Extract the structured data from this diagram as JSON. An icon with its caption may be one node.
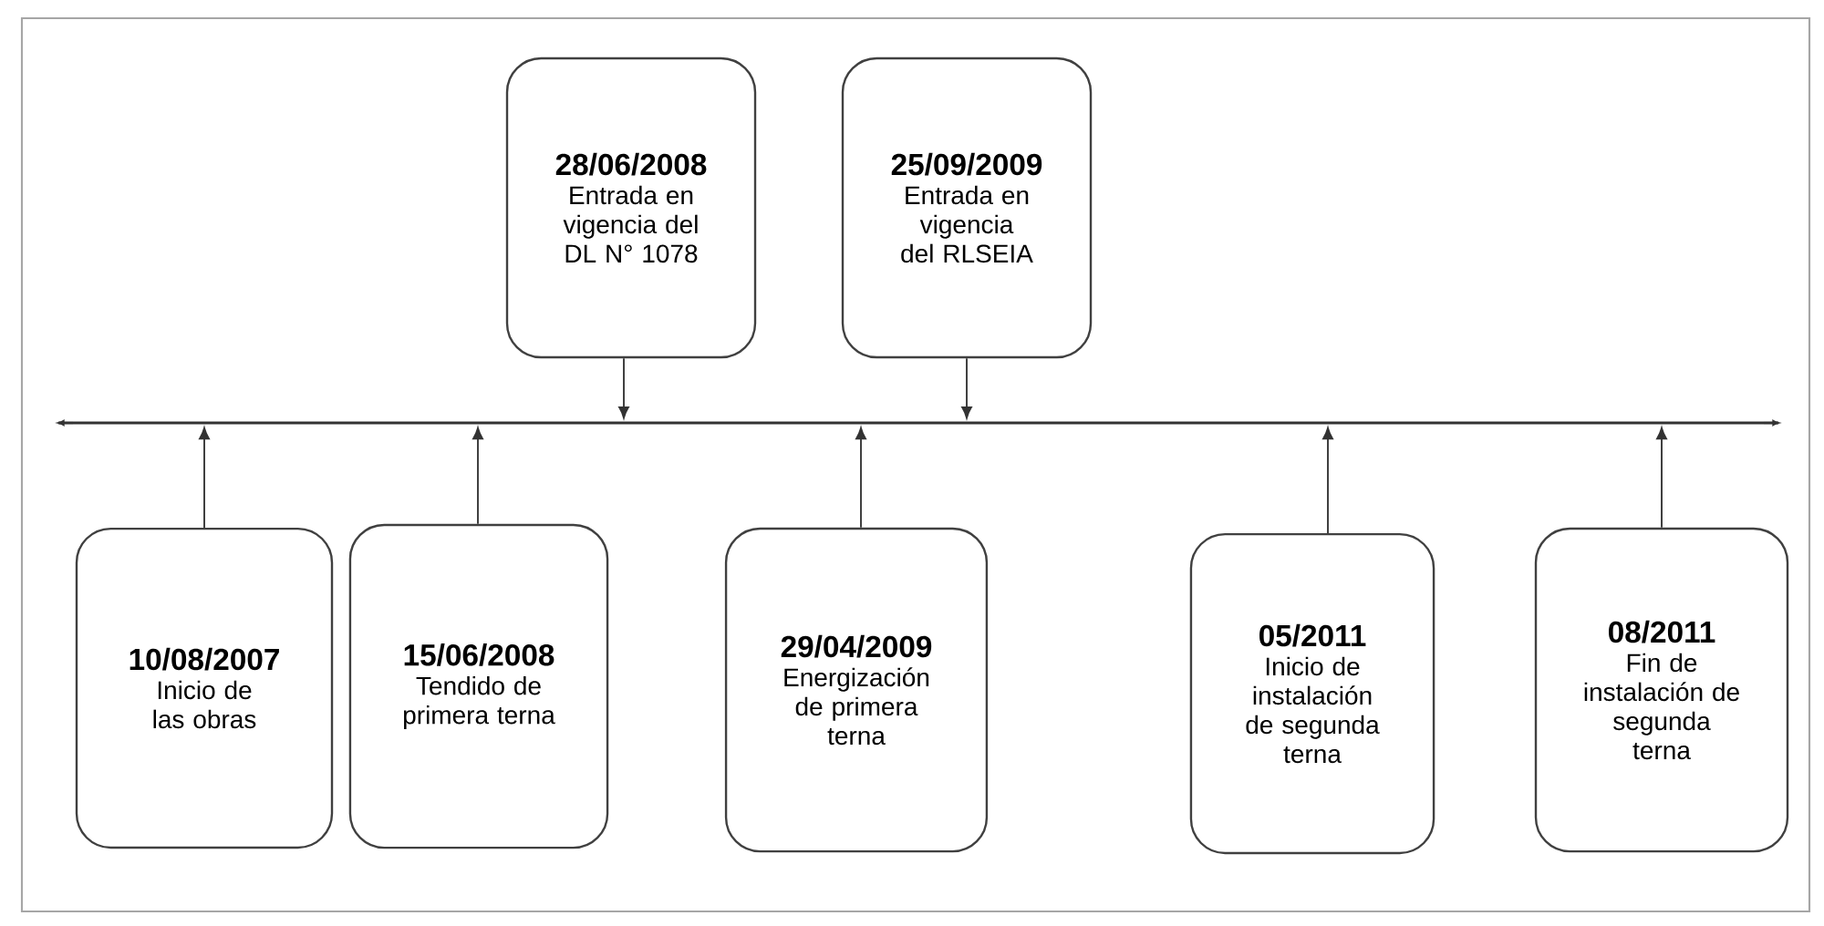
{
  "diagram": {
    "nodes": [
      {
        "text": [
          "28/06/2008",
          "Entrada en vigencia del DL N° 1078"
        ]
      },
      {
        "text": [
          "25/09/2009",
          "Entrada en vigencia del RLSEIA"
        ]
      },
      {
        "text": [],
        "shape": "bar"
      },
      {
        "text": [
          "10/08/2007",
          "Inicio de las obras"
        ]
      },
      {
        "text": [
          "15/06/2008",
          "Tendido de primera terna"
        ]
      },
      {
        "text": [
          "29/04/2009",
          "Energización de primera terna"
        ]
      },
      {
        "text": [
          "05/2011",
          "Inicio de instalación de segunda terna"
        ]
      },
      {
        "text": [
          "08/2011",
          "Fin de instalación de segunda terna"
        ]
      }
    ],
    "edges": [
      {
        "from": 0,
        "to": 2,
        "arrow": "to"
      },
      {
        "from": 1,
        "to": 2,
        "arrow": "to"
      },
      {
        "from": 3,
        "to": 2,
        "arrow": "to"
      },
      {
        "from": 4,
        "to": 2,
        "arrow": "to"
      },
      {
        "from": 5,
        "to": 2,
        "arrow": "to"
      },
      {
        "from": 6,
        "to": 2,
        "arrow": "to"
      },
      {
        "from": 7,
        "to": 2,
        "arrow": "to"
      }
    ]
  }
}
